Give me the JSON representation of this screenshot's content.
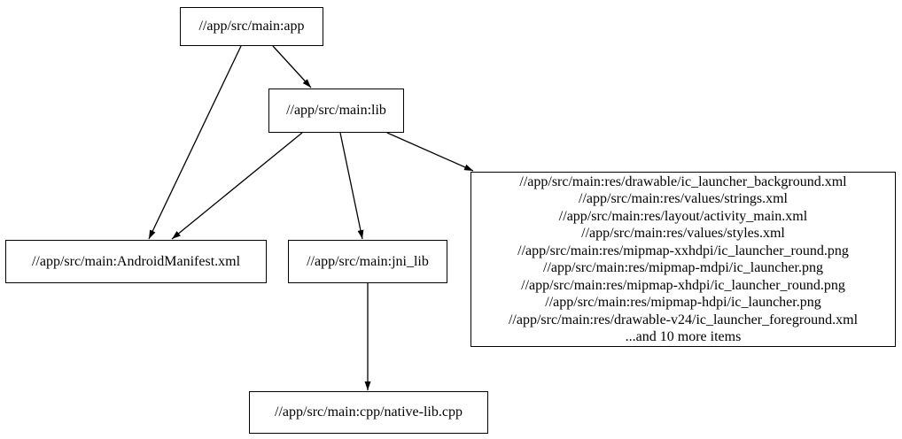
{
  "diagram": {
    "kind": "dependency-graph",
    "background_color": "#ffffff",
    "stroke_color": "#000000",
    "nodes": {
      "app": {
        "label": "//app/src/main:app"
      },
      "lib": {
        "label": "//app/src/main:lib"
      },
      "manifest": {
        "label": "//app/src/main:AndroidManifest.xml"
      },
      "jni_lib": {
        "label": "//app/src/main:jni_lib"
      },
      "resources": {
        "lines": [
          "//app/src/main:res/drawable/ic_launcher_background.xml",
          "//app/src/main:res/values/strings.xml",
          "//app/src/main:res/layout/activity_main.xml",
          "//app/src/main:res/values/styles.xml",
          "//app/src/main:res/mipmap-xxhdpi/ic_launcher_round.png",
          "//app/src/main:res/mipmap-mdpi/ic_launcher.png",
          "//app/src/main:res/mipmap-xhdpi/ic_launcher_round.png",
          "//app/src/main:res/mipmap-hdpi/ic_launcher.png",
          "//app/src/main:res/drawable-v24/ic_launcher_foreground.xml",
          "...and 10 more items"
        ]
      },
      "native_lib": {
        "label": "//app/src/main:cpp/native-lib.cpp"
      }
    },
    "edges": [
      {
        "from": "//app/src/main:app",
        "to": "//app/src/main:lib"
      },
      {
        "from": "//app/src/main:app",
        "to": "//app/src/main:AndroidManifest.xml"
      },
      {
        "from": "//app/src/main:lib",
        "to": "//app/src/main:AndroidManifest.xml"
      },
      {
        "from": "//app/src/main:lib",
        "to": "//app/src/main:jni_lib"
      },
      {
        "from": "//app/src/main:lib",
        "to": "resources-group"
      },
      {
        "from": "//app/src/main:jni_lib",
        "to": "//app/src/main:cpp/native-lib.cpp"
      }
    ]
  }
}
